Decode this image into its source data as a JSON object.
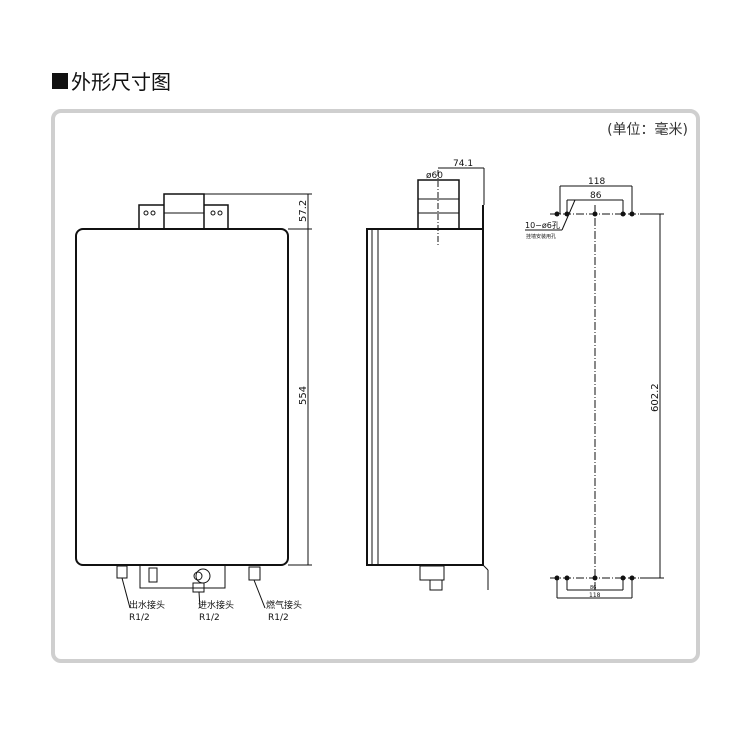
{
  "title": "外形尺寸图",
  "unit": "(单位：毫米)",
  "front_view": {
    "dim_top": "57.2",
    "dim_height": "554",
    "connectors": [
      {
        "name": "出水接头",
        "size": "R1/2"
      },
      {
        "name": "进水接头",
        "size": "R1/2"
      },
      {
        "name": "燃气接头",
        "size": "R1/2"
      }
    ]
  },
  "side_view": {
    "dim_depth": "74.1",
    "dim_flue": "ø60"
  },
  "mounting_view": {
    "dim_outer": "118",
    "dim_inner": "86",
    "holes": "10−ø6孔",
    "holes_note": "挂墙安装用孔",
    "dim_vertical": "602.2",
    "dim_bottom": "118",
    "dim_bottom_inner": "86"
  }
}
